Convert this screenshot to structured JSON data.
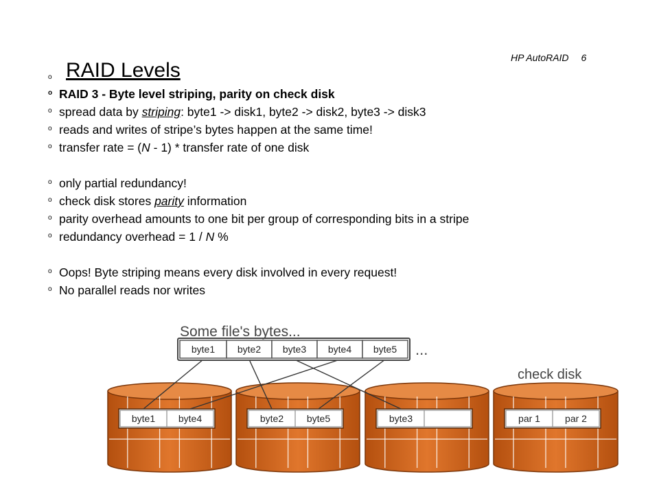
{
  "header": {
    "course": "HP AutoRAID",
    "page": "6"
  },
  "title": "RAID Levels",
  "lines": {
    "l1": "RAID 3 - Byte level striping, parity on check disk",
    "l2a": "spread data by ",
    "l2b": "striping",
    "l2c": ":  byte1 -> disk1, byte2 -> disk2, byte3 -> disk3",
    "l3": "reads and writes of stripe’s bytes happen at the same time!",
    "l4a": "transfer rate = (",
    "l4b": "N",
    "l4c": " - 1) * transfer rate of one disk",
    "l5": "only partial redundancy!",
    "l6a": "check disk stores ",
    "l6b": "parity",
    "l6c": " information",
    "l7": "parity overhead amounts to one bit per group of corresponding bits in a stripe",
    "l8a": "redundancy overhead = 1 / ",
    "l8b": "N",
    "l8c": " %",
    "l9": "Oops! Byte striping means every disk involved in every request!",
    "l10": "No parallel reads nor writes"
  },
  "diagram": {
    "caption": "Some file's bytes...",
    "file_bytes": [
      "byte1",
      "byte2",
      "byte3",
      "byte4",
      "byte5"
    ],
    "ellipsis": "...",
    "check_disk_label": "check disk",
    "disks": [
      {
        "cells": [
          "byte1",
          "byte4"
        ]
      },
      {
        "cells": [
          "byte2",
          "byte5"
        ]
      },
      {
        "cells": [
          "byte3",
          ""
        ]
      },
      {
        "cells": [
          "par 1",
          "par 2"
        ]
      }
    ],
    "colors": {
      "disk": "#d2651f",
      "disk_dark": "#8a3a0c",
      "box_border": "#555555"
    }
  }
}
